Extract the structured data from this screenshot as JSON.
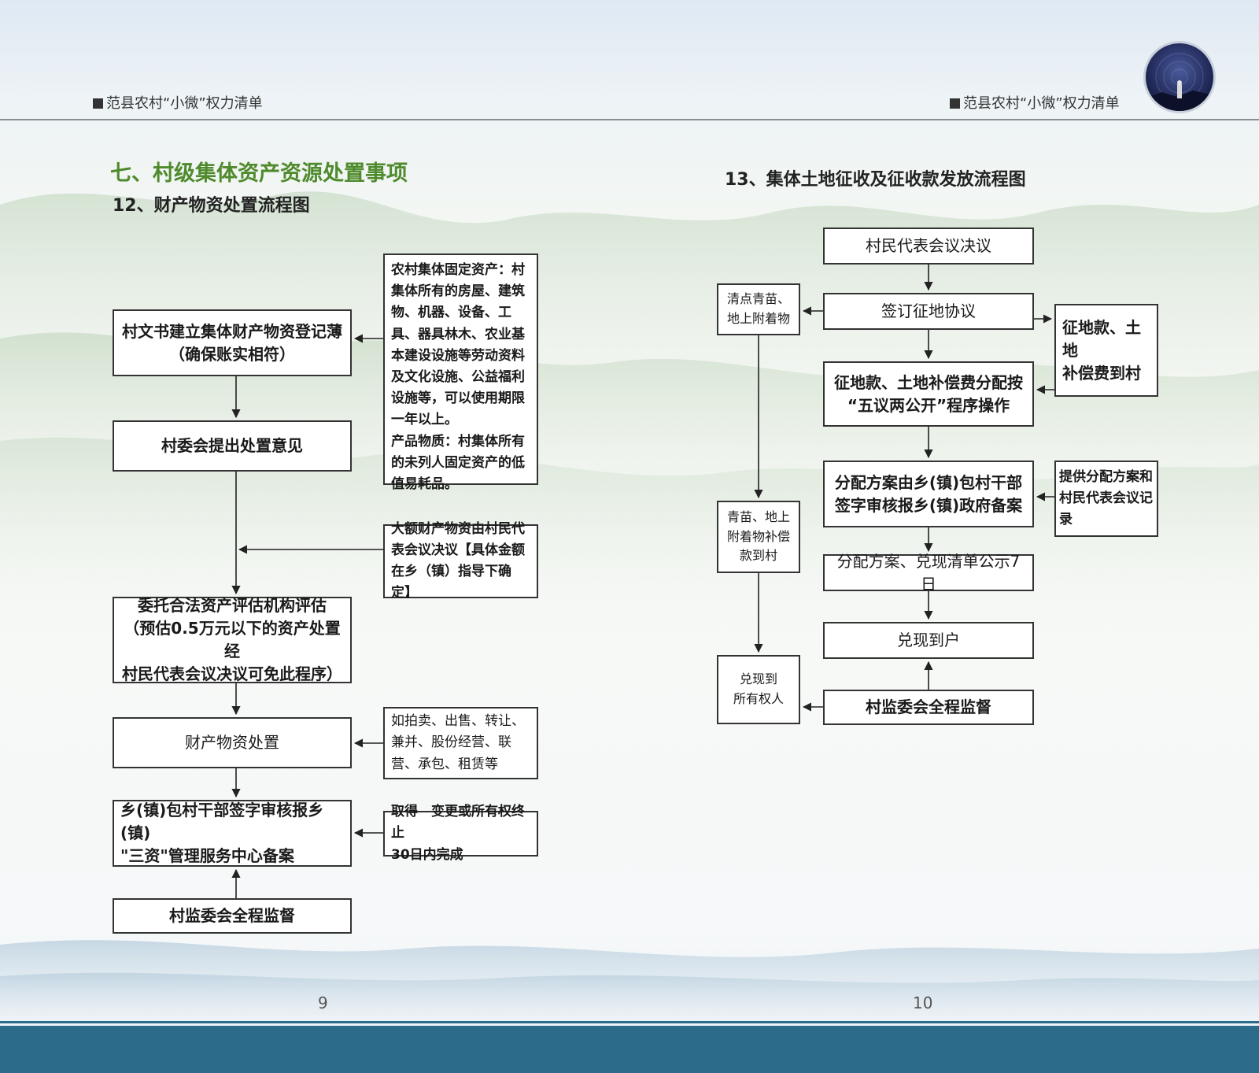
{
  "header": {
    "left_title": "范县农村“小微”权力清单",
    "right_title": "范县农村“小微”权力清单"
  },
  "left": {
    "section_title": "七、村级集体资产资源处置事项",
    "flow_title": "12、财产物资处置流程图",
    "boxes": {
      "register": "村文书建立集体财产物资登记薄\n（确保账实相符）",
      "propose": "村委会提出处置意见",
      "evaluate": "委托合法资产评估机构评估\n（预估0.5万元以下的资产处置经\n村民代表会议决议可免此程序）",
      "dispose": "财产物资处置",
      "file": "乡(镇)包村干部签字审核报乡(镇)\n\"三资\"管理服务中心备案",
      "supervise": "村监委会全程监督"
    },
    "notes": {
      "assets": "农村集体固定资产：村集体所有的房屋、建筑物、机器、设备、工具、器具林木、农业基本建设设施等劳动资料及文化设施、公益福利设施等，可以使用期限一年以上。\n产品物质：村集体所有的未列人固定资产的低值易耗品。",
      "large": "大额财产物资由村民代表会议决议【具体金额在乡（镇）指导下确定】",
      "methods": "如拍卖、出售、转让、兼并、股份经营、联营、承包、租赁等",
      "deadline": "取得　变更或所有权终止\n30日内完成"
    }
  },
  "right": {
    "flow_title": "13、集体土地征收及征收款发放流程图",
    "boxes": {
      "resolution": "村民代表会议决议",
      "sign": "签订征地协议",
      "allocate": "征地款、土地补偿费分配按\n“五议两公开”程序操作",
      "plan": "分配方案由乡(镇)包村干部\n签字审核报乡(镇)政府备案",
      "publicize": "分配方案、兑现清单公示7日",
      "cash": "兑现到户",
      "supervise": "村监委会全程监督",
      "count": "清点青苗、\n地上附着物",
      "crops_comp": "青苗、地上\n附着物补偿\n款到村",
      "owners": "兑现到\n所有权人",
      "fund": "征地款、土地\n补偿费到村",
      "provide": "提供分配方案和村民代表会议记录"
    }
  },
  "pages": {
    "left": "9",
    "right": "10"
  },
  "colors": {
    "title_green": "#4f8a2c",
    "footer_blue": "#2c6c8a"
  }
}
